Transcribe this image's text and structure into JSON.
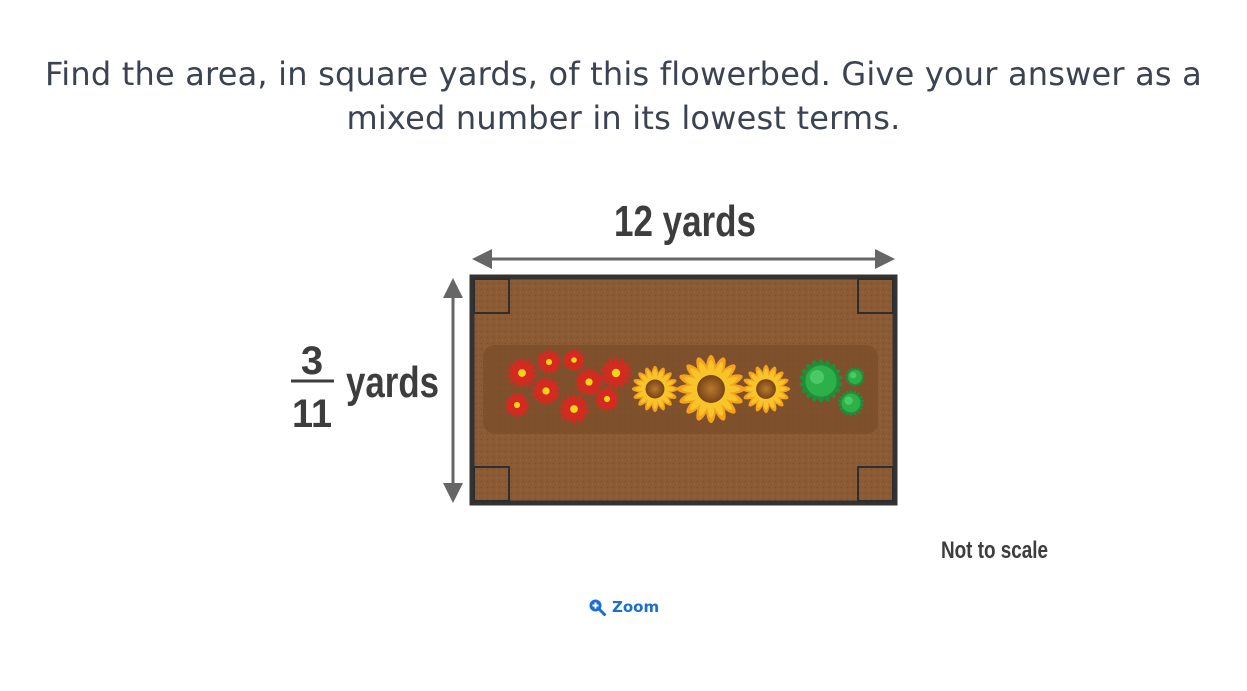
{
  "question": {
    "line1": "Find the area, in square yards, of this flowerbed. Give your answer as a",
    "line2": "mixed number in its lowest terms."
  },
  "figure": {
    "width_label": "12 yards",
    "height_numerator": "3",
    "height_denominator": "11",
    "height_unit": "yards",
    "scale_note": "Not to scale"
  },
  "zoom": {
    "label": "Zoom",
    "icon": "zoom-in-icon"
  },
  "colors": {
    "text": "#3b4252",
    "soil": "#8a5a34",
    "frame": "#3a3a3a",
    "arrow": "#666666",
    "link": "#1a6fd0"
  }
}
